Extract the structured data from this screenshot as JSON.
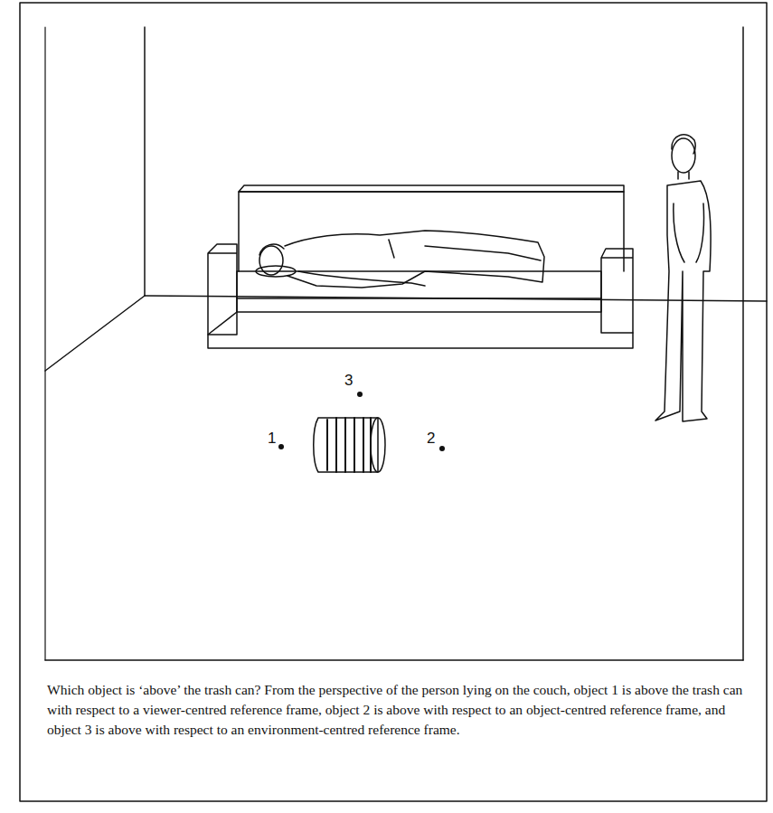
{
  "diagram": {
    "caption": "Which object is ‘above’ the trash can? From the perspective of the person lying on the couch, object 1 is above the trash can with respect to a viewer-centred reference frame, object 2 is above with respect to an object-centred reference frame, and object 3 is above with respect to an environment-centred reference frame.",
    "labels": [
      "3",
      "1",
      "2"
    ]
  }
}
